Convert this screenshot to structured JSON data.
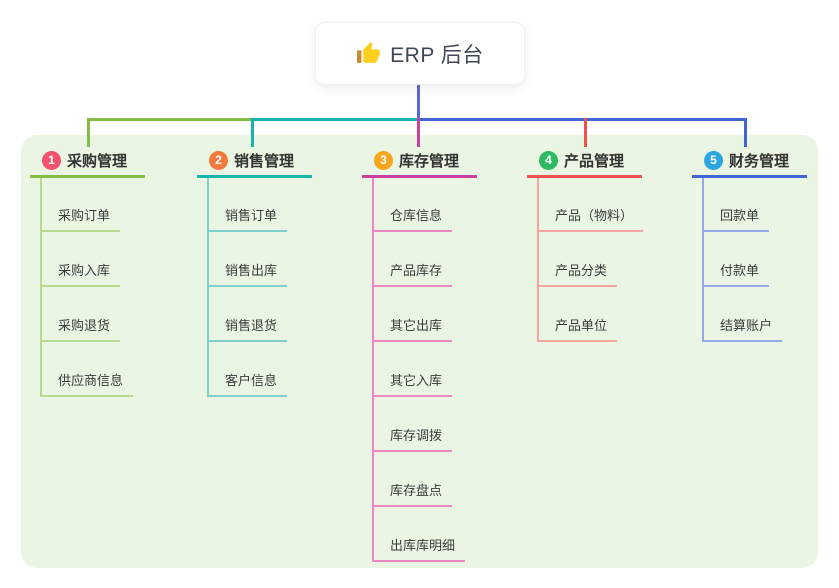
{
  "root": {
    "label": "ERP 后台",
    "icon": "thumbs-up"
  },
  "branches": [
    {
      "number": "1",
      "label": "采购管理",
      "badge_color": "#f4536d",
      "line_color": "#84bd44",
      "light_line_color": "#b6db8e",
      "children": [
        "采购订单",
        "采购入库",
        "采购退货",
        "供应商信息"
      ]
    },
    {
      "number": "2",
      "label": "销售管理",
      "badge_color": "#f27a3d",
      "line_color": "#17b3ad",
      "light_line_color": "#7dd2cb",
      "children": [
        "销售订单",
        "销售出库",
        "销售退货",
        "客户信息"
      ]
    },
    {
      "number": "3",
      "label": "库存管理",
      "badge_color": "#f6a51d",
      "line_color": "#cb3f9f",
      "light_line_color": "#ee86c6",
      "children": [
        "仓库信息",
        "产品库存",
        "其它出库",
        "其它入库",
        "库存调拨",
        "库存盘点",
        "出库库明细"
      ]
    },
    {
      "number": "4",
      "label": "产品管理",
      "badge_color": "#2eba62",
      "line_color": "#f0534f",
      "light_line_color": "#f7a39d",
      "children": [
        "产品（物料）",
        "产品分类",
        "产品单位"
      ]
    },
    {
      "number": "5",
      "label": "财务管理",
      "badge_color": "#2ba6e0",
      "line_color": "#4164d6",
      "light_line_color": "#93a9e8",
      "children": [
        "回款单",
        "付款单",
        "结算账户"
      ]
    }
  ],
  "canvas": {
    "panel_color": "#eaf6e3",
    "root_stem_color": "#5a68d8",
    "background": "#ffffff"
  }
}
